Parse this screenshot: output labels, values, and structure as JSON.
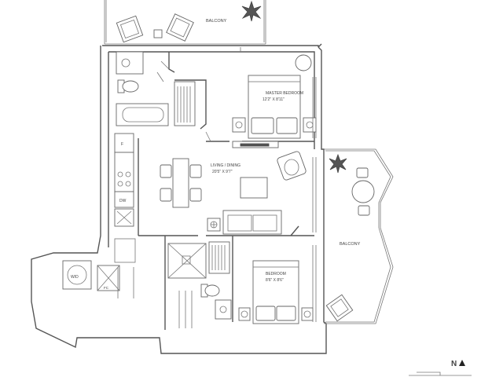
{
  "rooms": {
    "balcony_top": "BALCONY",
    "master_name": "MASTER BEDROOM",
    "master_dims": "12'2\" X 8'11\"",
    "living_name": "LIVING / DINING",
    "living_dims": "20'5\" X 9'7\"",
    "bedroom_name": "BEDROOM",
    "bedroom_dims": "8'6\" X 8'6\"",
    "balcony_right": "BALCONY"
  },
  "appliances": {
    "fridge": "F",
    "dishwasher": "DW",
    "washer_dryer": "W/D",
    "fan_coil": "FC"
  },
  "north": {
    "label": "N"
  },
  "icons": [
    "north-arrow-icon",
    "plant-icon",
    "sink-icon",
    "toilet-icon",
    "stove-icon",
    "shower-drain-icon"
  ]
}
